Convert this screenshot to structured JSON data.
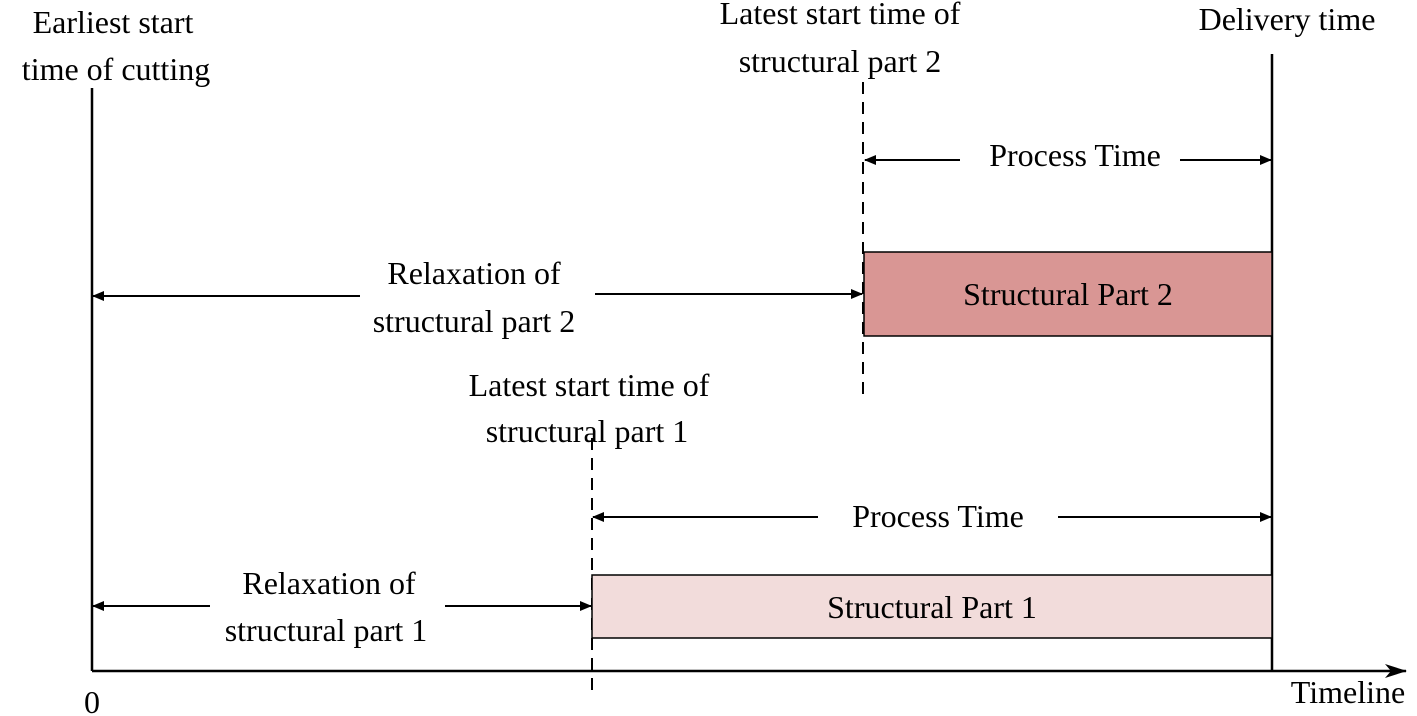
{
  "labels": {
    "earliest_start_line1": "Earliest start",
    "earliest_start_line2": "time of cutting",
    "latest_start_2_line1": "Latest start time of",
    "latest_start_2_line2": "structural part 2",
    "delivery_time": "Delivery time",
    "process_time_2": "Process Time",
    "relaxation_2_line1": "Relaxation of",
    "relaxation_2_line2": "structural part 2",
    "latest_start_1_line1": "Latest start time of",
    "latest_start_1_line2": "structural part 1",
    "process_time_1": "Process Time",
    "relaxation_1_line1": "Relaxation of",
    "relaxation_1_line2": "structural part 1",
    "origin": "0",
    "timeline": "Timeline"
  },
  "boxes": {
    "part2": {
      "label": "Structural Part 2",
      "fill": "#d99694"
    },
    "part1": {
      "label": "Structural Part 1",
      "fill": "#f2dcdb"
    }
  },
  "colors": {
    "line": "#000000"
  }
}
